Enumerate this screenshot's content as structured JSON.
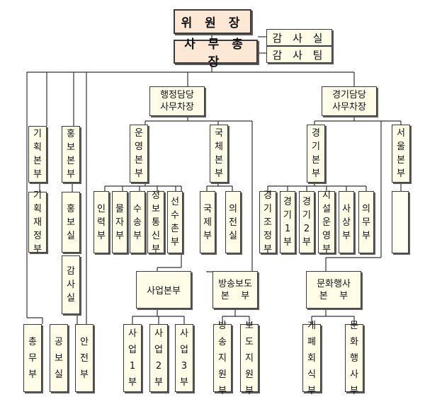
{
  "top": {
    "chair": "위 원 장",
    "secgen": "사 무 총 장",
    "audit_room": "감 사 실",
    "audit_team": "감 사 팀"
  },
  "deputies": {
    "admin": [
      "행정담당",
      "사무차장"
    ],
    "games": [
      "경기담당",
      "사무차장"
    ]
  },
  "hq": {
    "planning": "기획본부",
    "pr": "홍보본부",
    "operations": "운영본부",
    "national": "국체본부",
    "games": "경기본부",
    "seoul": "서울본부"
  },
  "depts": {
    "planning_finance": "기획재정부",
    "pr_room": "홍보실",
    "audit": "감사실",
    "ops": [
      "인력부",
      "물자부",
      "수송부",
      "정보통신부",
      "선수촌부"
    ],
    "national": [
      "국제부",
      "의전실"
    ],
    "games": [
      "경기조정부",
      "경기1부",
      "경기2부",
      "시설운영부",
      "사상부",
      "의무부"
    ]
  },
  "mid_hq": {
    "business": "사업본부",
    "broadcast": [
      "방송보도",
      "본    부"
    ],
    "culture": [
      "문화행사",
      "본    부"
    ]
  },
  "bottom": {
    "general": "총무부",
    "public_info": "공보실",
    "safety": "안전부",
    "business": [
      "사업1부",
      "사업2부",
      "사업3부"
    ],
    "broadcast": [
      "방송지원부",
      "보도지원부"
    ],
    "culture": [
      "개폐회식부",
      "문화행사부"
    ]
  }
}
